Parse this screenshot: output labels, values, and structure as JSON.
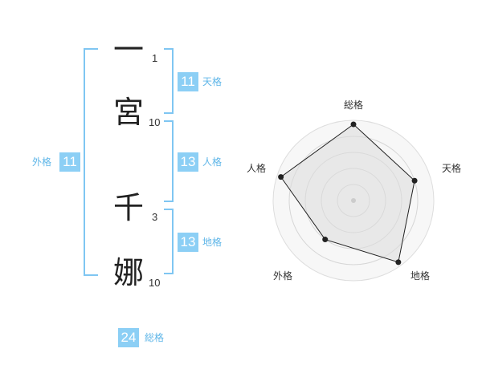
{
  "name": {
    "chars": [
      {
        "char": "一",
        "strokes": "1"
      },
      {
        "char": "宮",
        "strokes": "10"
      },
      {
        "char": "千",
        "strokes": "3"
      },
      {
        "char": "娜",
        "strokes": "10"
      }
    ]
  },
  "fortune": {
    "tenkaku": {
      "value": "11",
      "label": "天格"
    },
    "jinkaku": {
      "value": "13",
      "label": "人格"
    },
    "chikaku": {
      "value": "13",
      "label": "地格"
    },
    "gaikaku": {
      "value": "11",
      "label": "外格"
    },
    "soukaku": {
      "value": "24",
      "label": "総格"
    }
  },
  "colors": {
    "accent": "#8ccff5",
    "bracket": "#7fc6f2",
    "label": "#5fb6e8"
  },
  "chart_data": {
    "type": "radar",
    "categories": [
      "総格",
      "天格",
      "地格",
      "外格",
      "人格"
    ],
    "values": [
      0.95,
      0.8,
      0.95,
      0.6,
      0.95
    ],
    "rings": 5,
    "grid": true
  }
}
